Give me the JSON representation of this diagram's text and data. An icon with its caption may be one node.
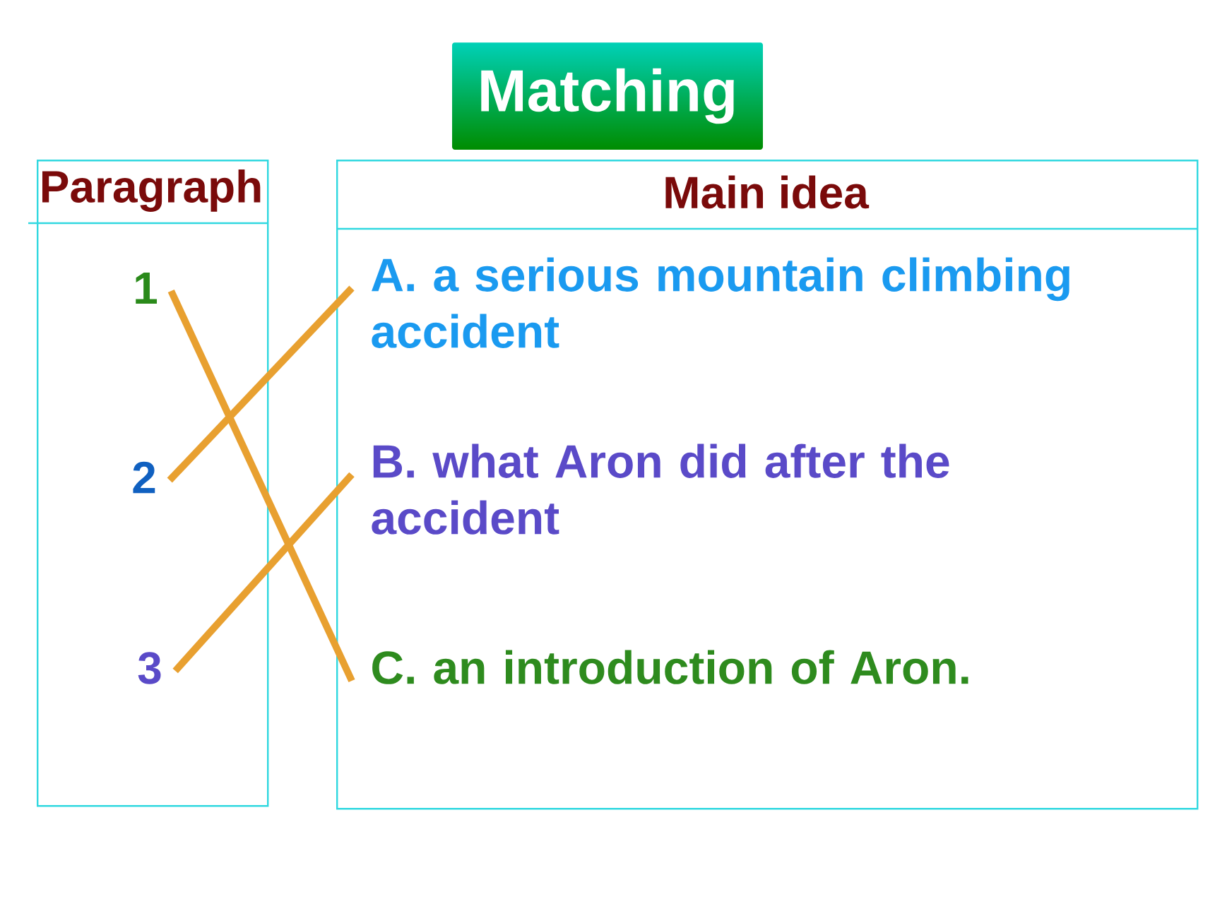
{
  "diagram": {
    "title": "Matching",
    "nodes": [
      {
        "text": [
          "Paragraph"
        ]
      },
      {
        "text": [
          "Main idea"
        ]
      },
      {
        "text": [
          "1"
        ],
        "in": 0
      },
      {
        "text": [
          "2"
        ],
        "in": 0
      },
      {
        "text": [
          "3"
        ],
        "in": 0
      },
      {
        "text": [
          "A. a serious mountain climbing accident"
        ],
        "in": 1
      },
      {
        "text": [
          "B. what Aron did after the accident"
        ],
        "in": 1
      },
      {
        "text": [
          "C. an introduction of Aron."
        ],
        "in": 1
      }
    ],
    "edges": [
      {
        "from": 2,
        "to": 7,
        "arrow": "none"
      },
      {
        "from": 3,
        "to": 5,
        "arrow": "none"
      },
      {
        "from": 4,
        "to": 6,
        "arrow": "none"
      }
    ]
  }
}
